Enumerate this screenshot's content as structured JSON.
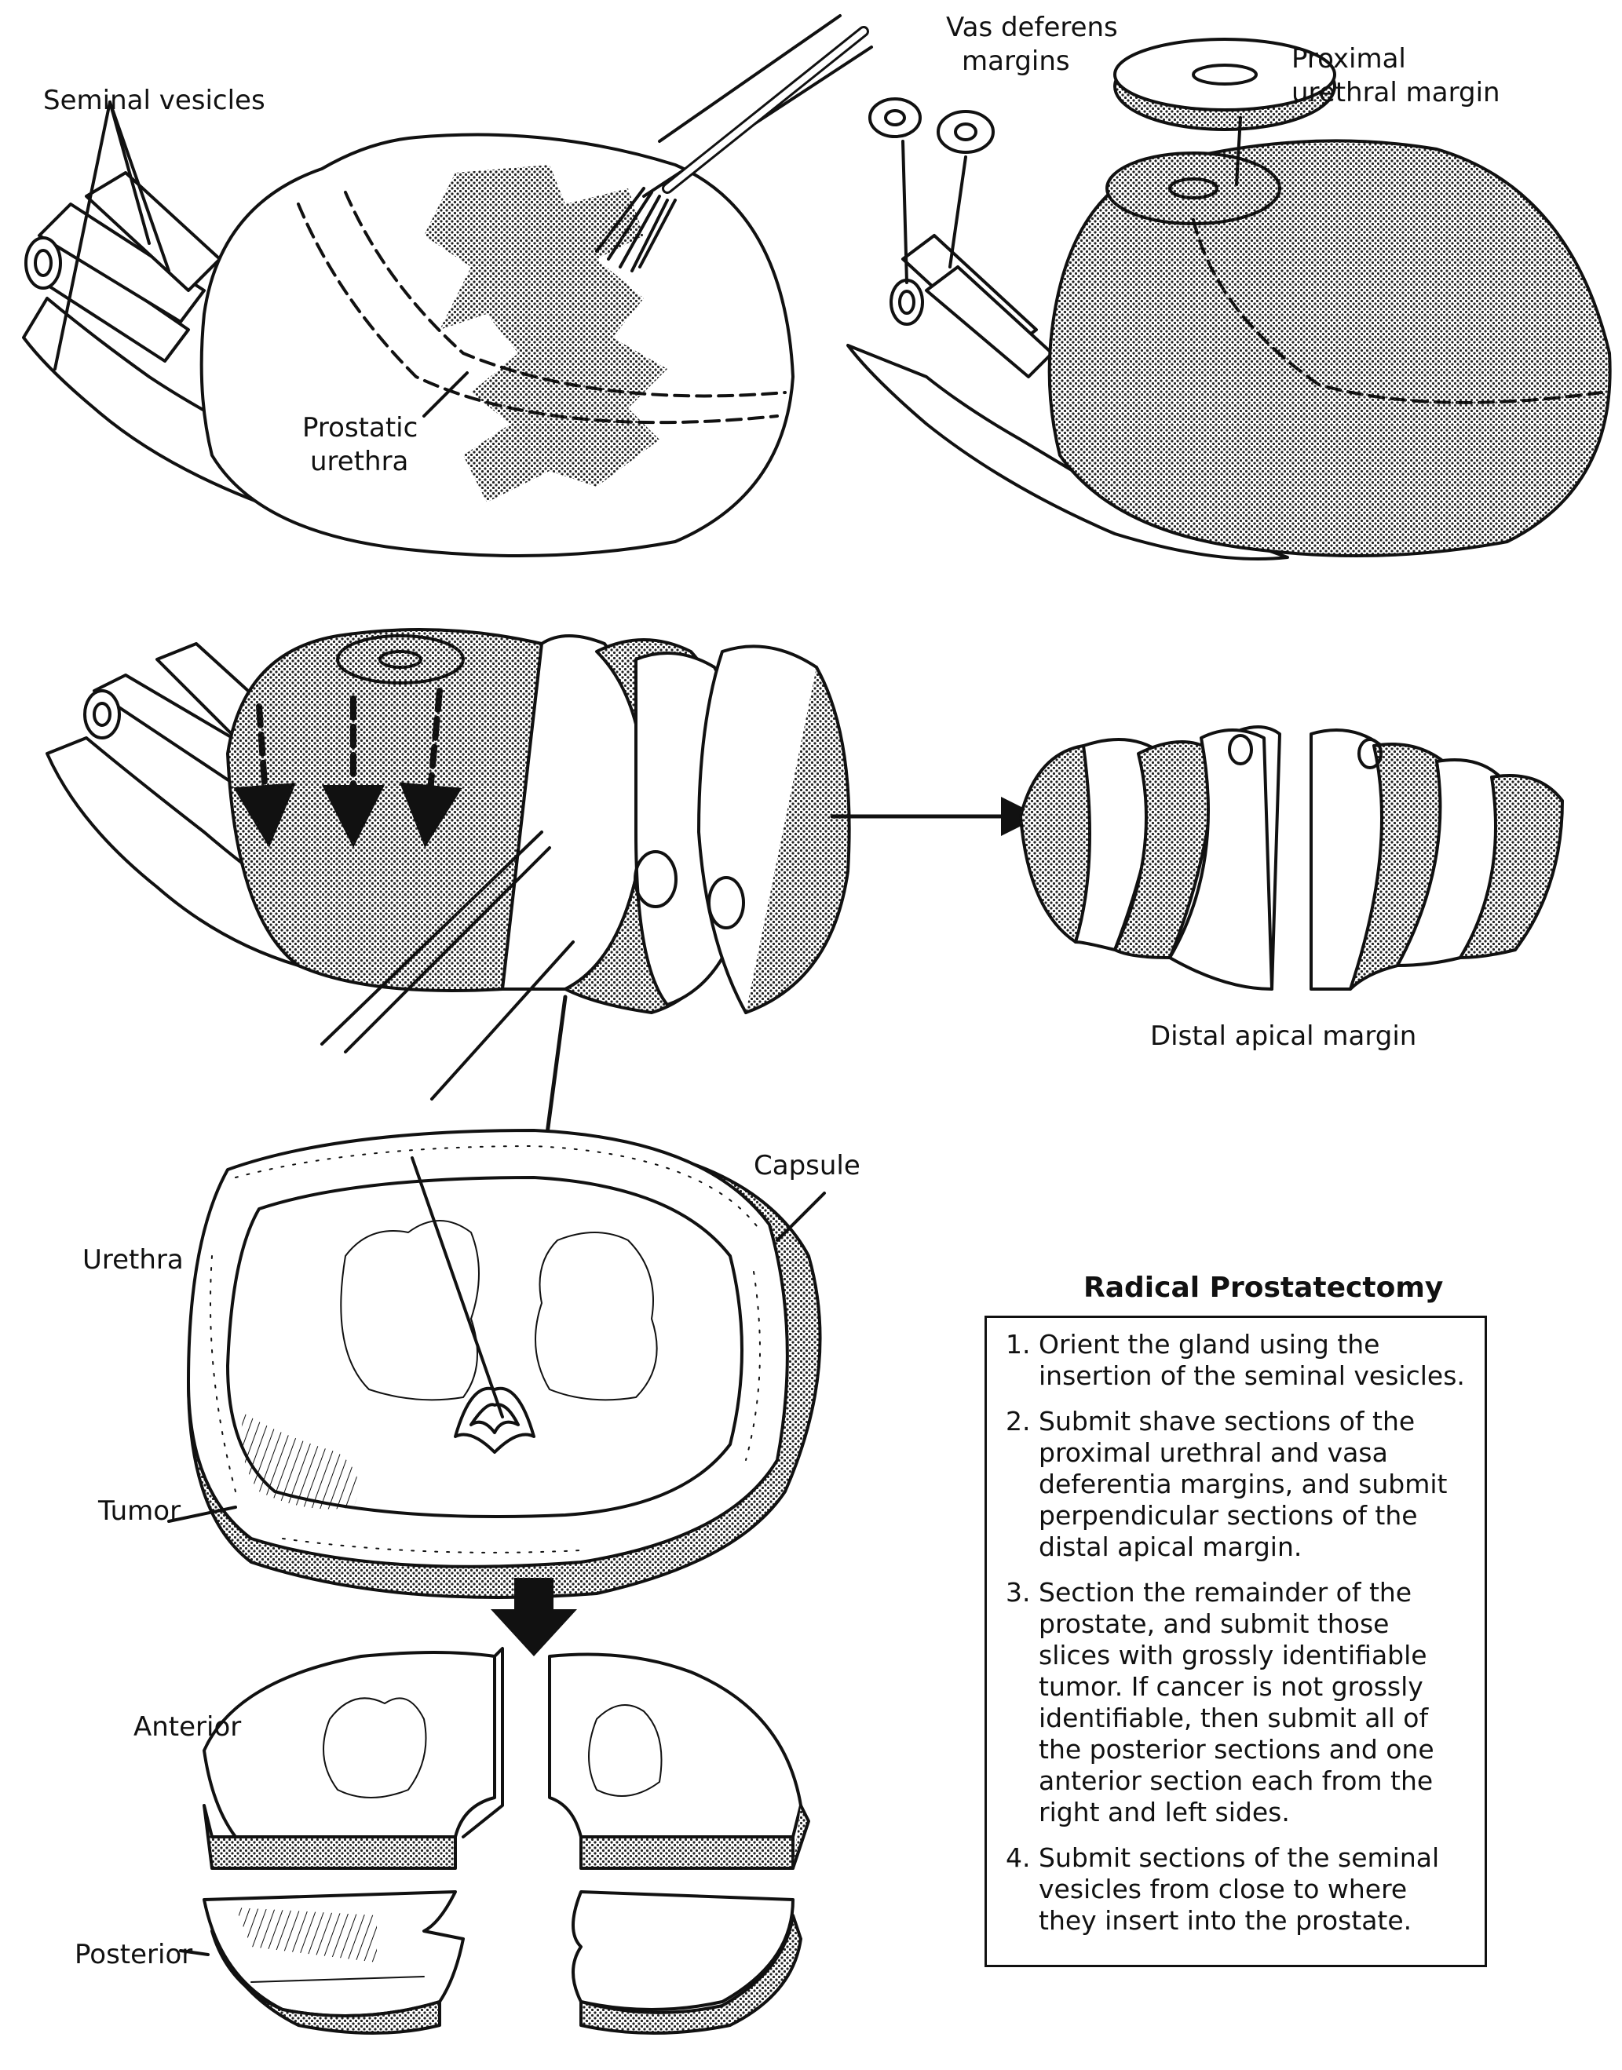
{
  "labels": {
    "seminal_vesicles": "Seminal vesicles",
    "prostatic_urethra_1": "Prostatic",
    "prostatic_urethra_2": "urethra",
    "vas_deferens_1": "Vas deferens",
    "vas_deferens_2": "margins",
    "proximal_1": "Proximal",
    "proximal_2": "urethral margin",
    "distal_apical": "Distal apical margin",
    "capsule": "Capsule",
    "urethra": "Urethra",
    "tumor": "Tumor",
    "anterior": "Anterior",
    "posterior": "Posterior"
  },
  "procedure": {
    "title": "Radical Prostatectomy",
    "steps": [
      "Orient the gland using the insertion of the seminal vesicles.",
      "Submit shave sections of the proximal urethral and vasa deferentia margins, and submit perpendicular sections of the distal apical margin.",
      "Section the remainder of the prostate, and submit those slices with grossly identifiable tumor. If cancer is not grossly identifiable, then submit all of the posterior sections and one anterior section each from the right and left sides.",
      "Submit sections of the seminal vesicles from close to where they insert into the prostate."
    ]
  },
  "colors": {
    "ink": "#111111",
    "stipple": "#9a9a9a",
    "paper": "#ffffff"
  }
}
